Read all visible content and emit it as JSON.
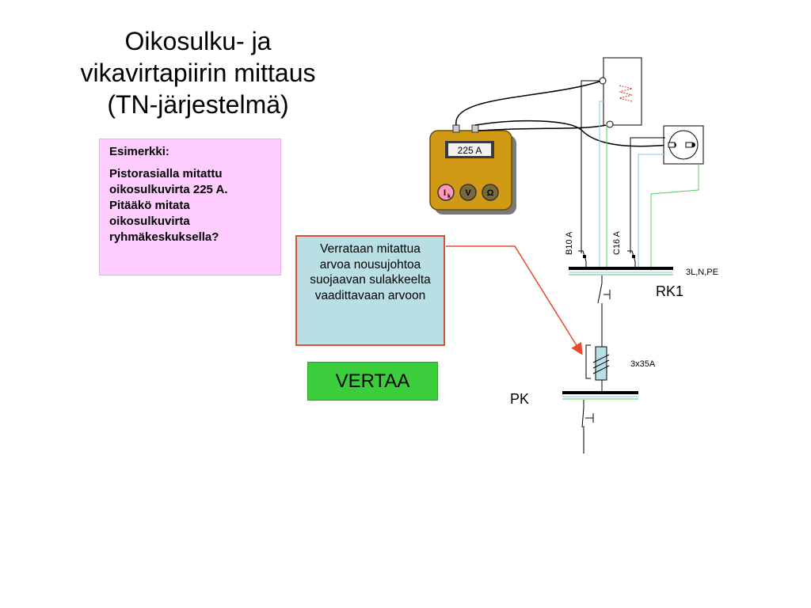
{
  "title": {
    "line1": "Oikosulku- ja",
    "line2": "vikavirtapiirin mittaus",
    "line3": "(TN-järjestelmä)"
  },
  "example": {
    "heading": "Esimerkki:",
    "body": "Pistorasialla mitattu oikosulkuvirta 225 A. Pitääkö mitata oikosulkuvirta ryhmäkeskuksella?"
  },
  "note": "Verrataan mitattua arvoa nousujohtoa suojaavan sulakkeelta vaadittavaan arvoon",
  "button": {
    "label": "VERTAA"
  },
  "meter": {
    "display": "225 A",
    "buttons": {
      "ik_main": "I",
      "ik_sub": "k",
      "v": "V",
      "ohm": "Ω"
    }
  },
  "labels": {
    "breaker1": "B10 A",
    "breaker2": "C16 A",
    "bus_rk1": "3L,N,PE",
    "rk1": "RK1",
    "fuse": "3x35A",
    "pk": "PK"
  },
  "colors": {
    "meter_body": "#d09a14",
    "meter_ik": "#ff99bb",
    "meter_buttons": "#7a6a3a",
    "wire_blue": "#7fc8e0",
    "wire_green": "#5cc85c",
    "fuse_fill": "#b9dfe4",
    "arrow": "#e8482b"
  }
}
